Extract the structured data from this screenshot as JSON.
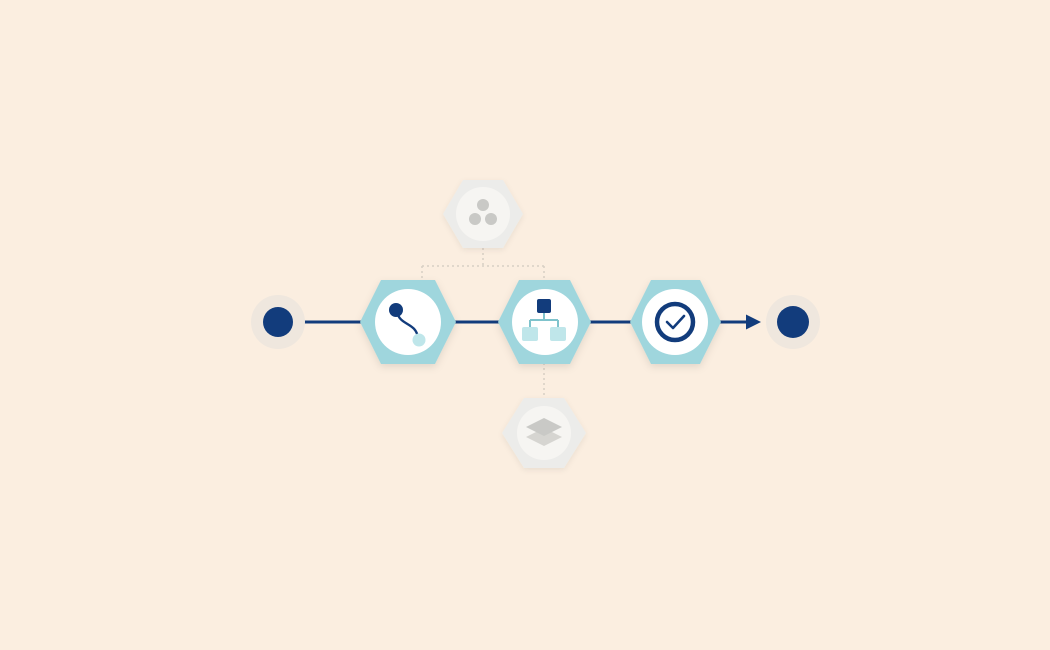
{
  "diagram": {
    "colors": {
      "background": "#fbeee0",
      "navy": "#123c7c",
      "teal_hex": "#9fd6dd",
      "teal_dark": "#7fc3cc",
      "teal_light": "#bfe6ea",
      "white": "#ffffff",
      "grey_hex": "#ececea",
      "grey_icon": "#c9c9c6",
      "halo": "#efe7de",
      "connector_dotted": "#d8cfc4"
    },
    "nodes": [
      {
        "id": "start",
        "kind": "terminal",
        "icon": "start-dot"
      },
      {
        "id": "step-1",
        "kind": "process",
        "icon": "path-route-icon"
      },
      {
        "id": "step-2",
        "kind": "process",
        "icon": "hierarchy-icon"
      },
      {
        "id": "step-3",
        "kind": "process",
        "icon": "check-circle-icon"
      },
      {
        "id": "end",
        "kind": "terminal",
        "icon": "end-dot"
      },
      {
        "id": "branch-top",
        "kind": "optional",
        "icon": "cluster-icon",
        "attached_to": "step-2"
      },
      {
        "id": "branch-bottom",
        "kind": "optional",
        "icon": "layers-icon",
        "attached_to": "step-2"
      }
    ],
    "edges": [
      {
        "from": "start",
        "to": "step-1",
        "style": "solid"
      },
      {
        "from": "step-1",
        "to": "step-2",
        "style": "solid"
      },
      {
        "from": "step-2",
        "to": "step-3",
        "style": "solid"
      },
      {
        "from": "step-3",
        "to": "end",
        "style": "solid-arrow"
      },
      {
        "from": "branch-top",
        "to": "step-1",
        "style": "dotted"
      },
      {
        "from": "branch-top",
        "to": "step-2",
        "style": "dotted"
      },
      {
        "from": "step-2",
        "to": "branch-bottom",
        "style": "dotted"
      }
    ]
  }
}
